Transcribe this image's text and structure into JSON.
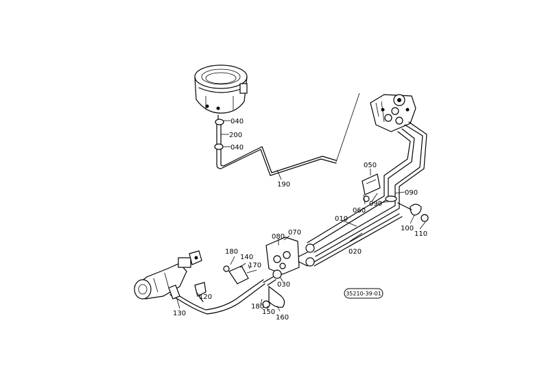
{
  "diagram": {
    "ref_code": "35210-39-01",
    "labels": {
      "p010": "010",
      "p020": "020",
      "p030": "030",
      "p040a": "040",
      "p040b": "040",
      "p050": "050",
      "p060": "060",
      "p070": "070",
      "p080": "080",
      "p090a": "090",
      "p090b": "090",
      "p100": "100",
      "p110": "110",
      "p120": "120",
      "p130": "130",
      "p140": "140",
      "p150": "150",
      "p160": "160",
      "p170": "170",
      "p180a": "180",
      "p180b": "180",
      "p190": "190",
      "p200": "200"
    }
  }
}
